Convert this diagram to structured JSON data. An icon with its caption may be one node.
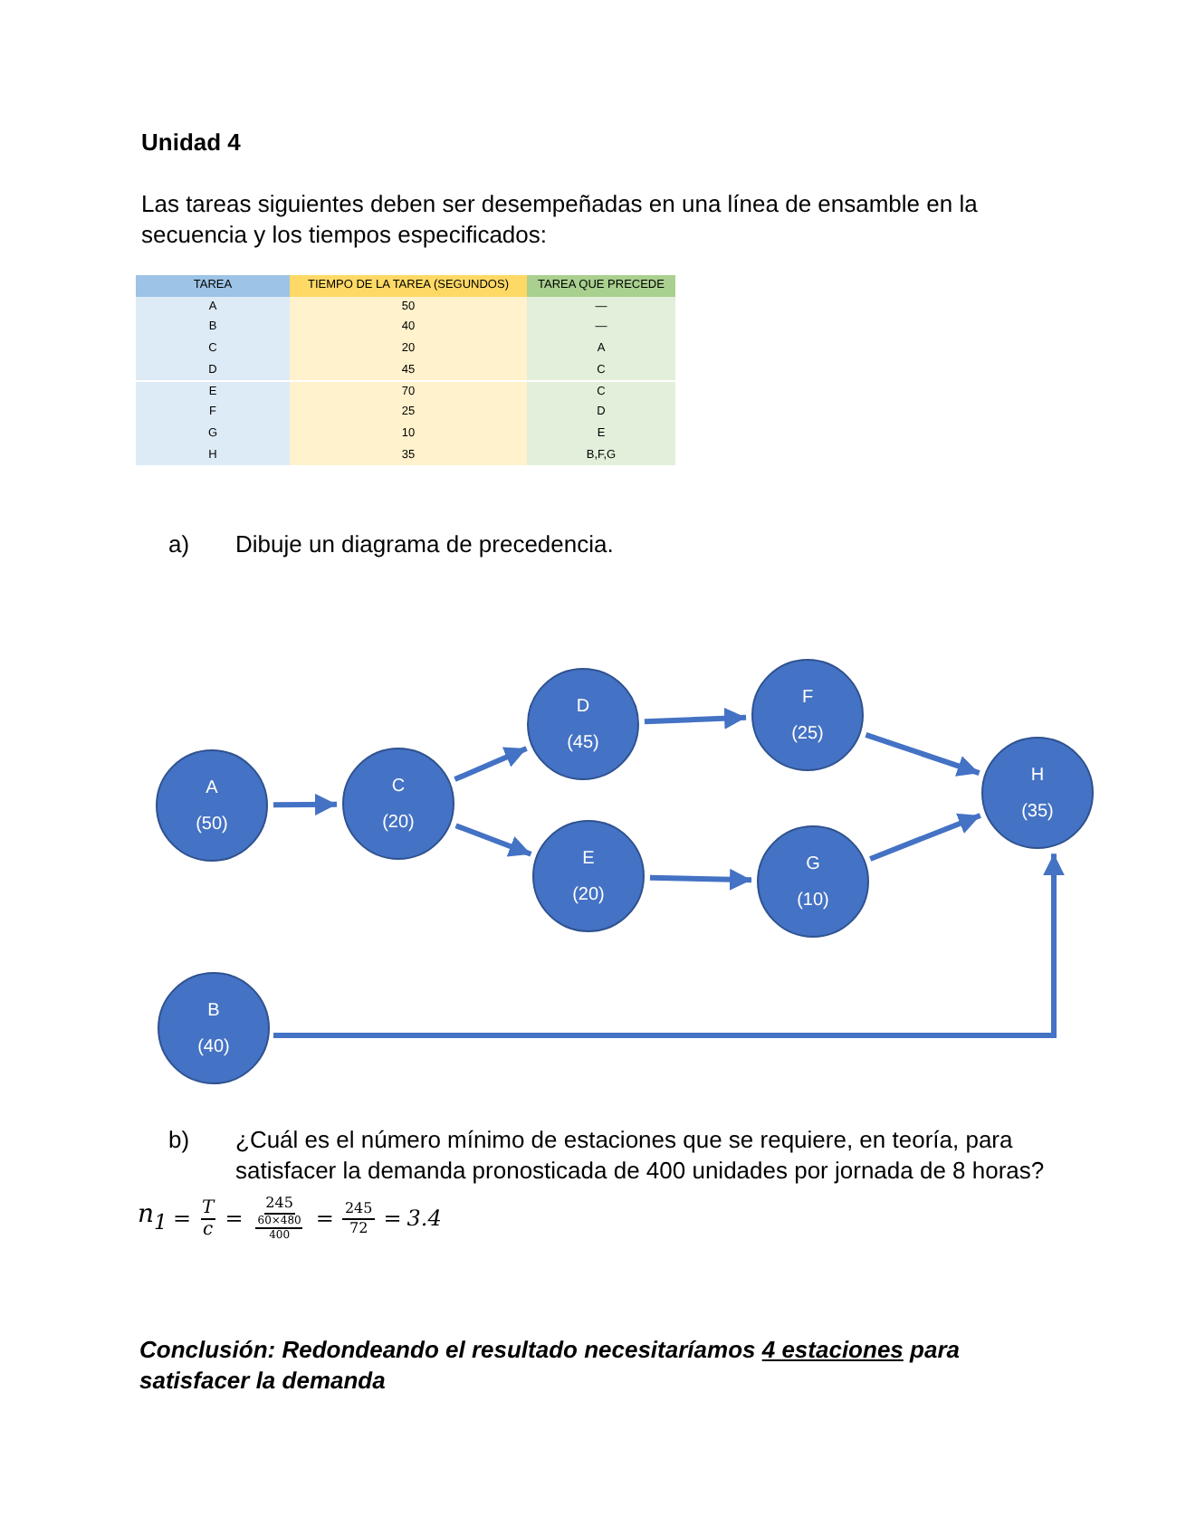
{
  "diagram": {
    "nodes": [
      {
        "text": [
          "A",
          "(50)"
        ]
      },
      {
        "text": [
          "C",
          "(20)"
        ]
      },
      {
        "text": [
          "D",
          "(45)"
        ]
      },
      {
        "text": [
          "F",
          "(25)"
        ]
      },
      {
        "text": [
          "H",
          "(35)"
        ]
      },
      {
        "text": [
          "E",
          "(20)"
        ]
      },
      {
        "text": [
          "G",
          "(10)"
        ]
      },
      {
        "text": [
          "B",
          "(40)"
        ]
      }
    ],
    "edges": [
      {
        "from": 0,
        "to": 1,
        "arrow": "to"
      },
      {
        "from": 1,
        "to": 2,
        "arrow": "to"
      },
      {
        "from": 1,
        "to": 5,
        "arrow": "to"
      },
      {
        "from": 2,
        "to": 3,
        "arrow": "to"
      },
      {
        "from": 3,
        "to": 4,
        "arrow": "to"
      },
      {
        "from": 5,
        "to": 6,
        "arrow": "to"
      },
      {
        "from": 6,
        "to": 4,
        "arrow": "to"
      },
      {
        "from": 7,
        "to": 4,
        "arrow": "to"
      }
    ],
    "labels": [
      "Unidad 4",
      "Las tareas siguientes deben ser desempeñadas en una línea de ensamble en la secuencia y los tiempos especificados:",
      "TAREA",
      "TIEMPO DE LA TAREA (SEGUNDOS)",
      "TAREA QUE PRECEDE",
      "A",
      "50",
      "—",
      "B",
      "40",
      "—",
      "C",
      "20",
      "A",
      "D",
      "45",
      "C",
      "E",
      "70",
      "C",
      "F",
      "25",
      "D",
      "G",
      "10",
      "E",
      "H",
      "35",
      "B,F,G",
      "a)",
      "Dibuje un diagrama de precedencia.",
      "b)",
      "¿Cuál es el número mínimo de estaciones que se requiere, en teoría, para satisfacer la demanda pronosticada de 400 unidades por jornada de 8 horas?",
      "n$_{1}$",
      "=",
      "T",
      "c",
      "=",
      "245",
      "60×480",
      "400",
      "=",
      "245",
      "72",
      "=",
      "3.4",
      "Conclusión: Redondeando el resultado necesitaríamos **4 estaciones** para satisfacer la demanda"
    ]
  }
}
